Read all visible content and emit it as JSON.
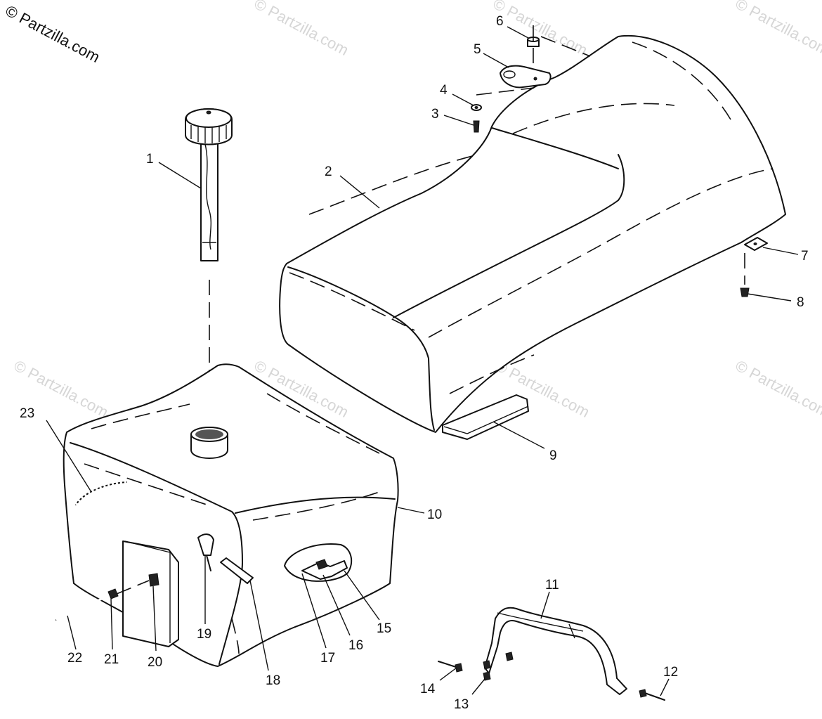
{
  "copyright": "© Partzilla.com",
  "watermark_text": "© Partzilla.com",
  "callouts": [
    {
      "id": "c1",
      "label": "1"
    },
    {
      "id": "c2",
      "label": "2"
    },
    {
      "id": "c3",
      "label": "3"
    },
    {
      "id": "c4",
      "label": "4"
    },
    {
      "id": "c5",
      "label": "5"
    },
    {
      "id": "c6",
      "label": "6"
    },
    {
      "id": "c7",
      "label": "7"
    },
    {
      "id": "c8",
      "label": "8"
    },
    {
      "id": "c9",
      "label": "9"
    },
    {
      "id": "c10",
      "label": "10"
    },
    {
      "id": "c11",
      "label": "11"
    },
    {
      "id": "c12",
      "label": "12"
    },
    {
      "id": "c13",
      "label": "13"
    },
    {
      "id": "c14",
      "label": "14"
    },
    {
      "id": "c15",
      "label": "15"
    },
    {
      "id": "c16",
      "label": "16"
    },
    {
      "id": "c17",
      "label": "17"
    },
    {
      "id": "c18",
      "label": "18"
    },
    {
      "id": "c19",
      "label": "19"
    },
    {
      "id": "c20",
      "label": "20"
    },
    {
      "id": "c21",
      "label": "21"
    },
    {
      "id": "c22",
      "label": "22"
    },
    {
      "id": "c23",
      "label": "23"
    }
  ]
}
